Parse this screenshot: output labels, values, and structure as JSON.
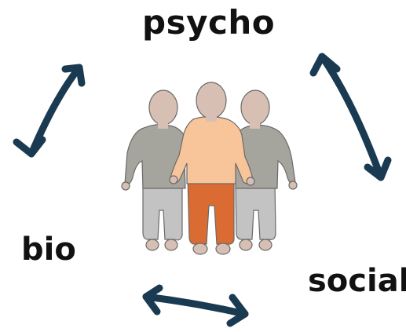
{
  "labels": {
    "psycho": "psycho",
    "bio": "bio",
    "social": "social"
  },
  "colors": {
    "arrow": "#1a3a52",
    "figure_head": "#d7bfb3",
    "figure_gray_shirt": "#a5a59d",
    "figure_gray_pants": "#c3c3c3",
    "figure_center_shirt": "#f8c49a",
    "figure_center_pants": "#da6b33",
    "outline": "#6a6a6a",
    "text": "#111111"
  },
  "figures": [
    {
      "name": "left-person",
      "shirt": "gray",
      "pants": "gray"
    },
    {
      "name": "center-person",
      "shirt": "peach",
      "pants": "orange"
    },
    {
      "name": "right-person",
      "shirt": "gray",
      "pants": "gray"
    }
  ],
  "arrows": [
    {
      "name": "psycho-bio-arrow",
      "between": [
        "psycho",
        "bio"
      ],
      "direction": "bidirectional"
    },
    {
      "name": "psycho-social-arrow",
      "between": [
        "psycho",
        "social"
      ],
      "direction": "bidirectional"
    },
    {
      "name": "bio-social-arrow",
      "between": [
        "bio",
        "social"
      ],
      "direction": "bidirectional"
    }
  ]
}
